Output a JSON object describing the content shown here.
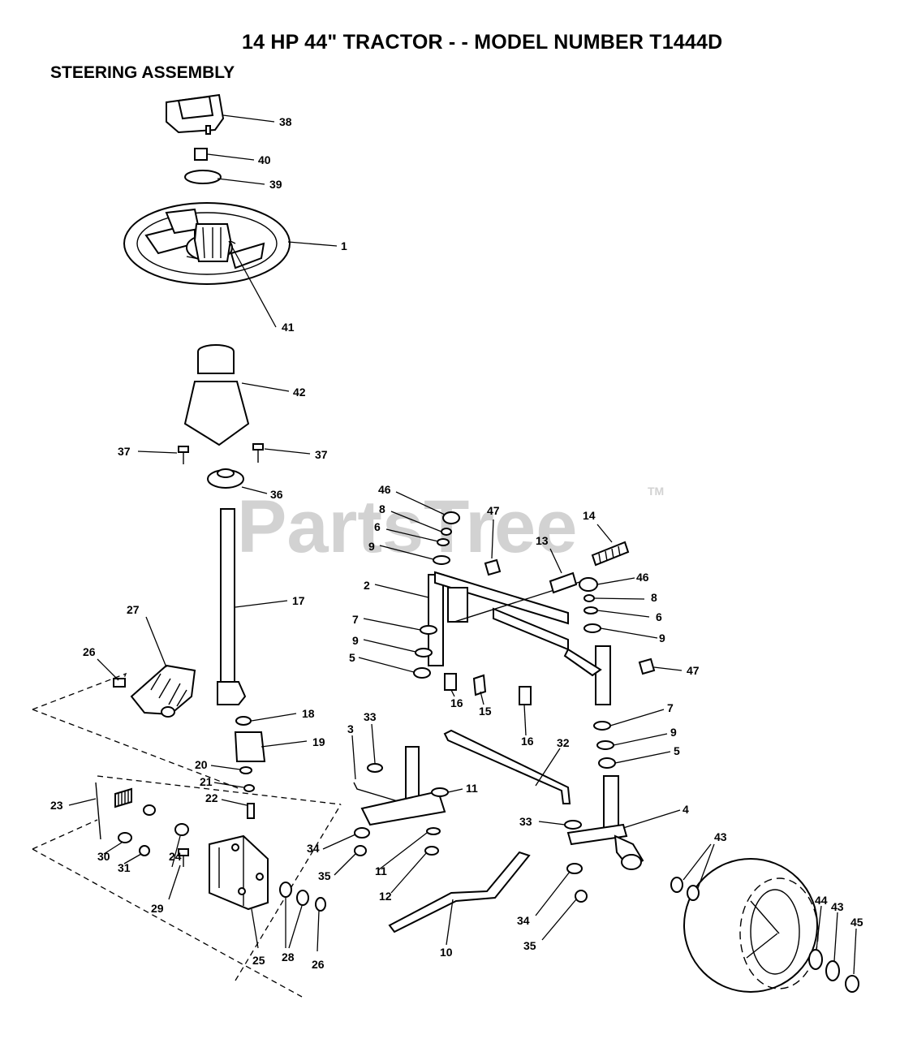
{
  "title": "14 HP 44\" TRACTOR - - MODEL NUMBER T1444D",
  "subtitle": "STEERING ASSEMBLY",
  "watermark": {
    "text": "PartsTree",
    "tm": "TM",
    "color": "#d2d2d2"
  },
  "callouts": [
    {
      "id": "c38",
      "n": "38"
    },
    {
      "id": "c40",
      "n": "40"
    },
    {
      "id": "c39",
      "n": "39"
    },
    {
      "id": "c1",
      "n": "1"
    },
    {
      "id": "c41",
      "n": "41"
    },
    {
      "id": "c42",
      "n": "42"
    },
    {
      "id": "c37a",
      "n": "37"
    },
    {
      "id": "c37b",
      "n": "37"
    },
    {
      "id": "c36",
      "n": "36"
    },
    {
      "id": "c17",
      "n": "17"
    },
    {
      "id": "c27",
      "n": "27"
    },
    {
      "id": "c26a",
      "n": "26"
    },
    {
      "id": "c18",
      "n": "18"
    },
    {
      "id": "c19",
      "n": "19"
    },
    {
      "id": "c20",
      "n": "20"
    },
    {
      "id": "c21",
      "n": "21"
    },
    {
      "id": "c22",
      "n": "22"
    },
    {
      "id": "c23",
      "n": "23"
    },
    {
      "id": "c30",
      "n": "30"
    },
    {
      "id": "c31",
      "n": "31"
    },
    {
      "id": "c24",
      "n": "24"
    },
    {
      "id": "c29",
      "n": "29"
    },
    {
      "id": "c25",
      "n": "25"
    },
    {
      "id": "c28",
      "n": "28"
    },
    {
      "id": "c26b",
      "n": "26"
    },
    {
      "id": "c46a",
      "n": "46"
    },
    {
      "id": "c8a",
      "n": "8"
    },
    {
      "id": "c6a",
      "n": "6"
    },
    {
      "id": "c9a",
      "n": "9"
    },
    {
      "id": "c47a",
      "n": "47"
    },
    {
      "id": "c13",
      "n": "13"
    },
    {
      "id": "c14",
      "n": "14"
    },
    {
      "id": "c2",
      "n": "2"
    },
    {
      "id": "c7a",
      "n": "7"
    },
    {
      "id": "c9b",
      "n": "9"
    },
    {
      "id": "c5a",
      "n": "5"
    },
    {
      "id": "c16a",
      "n": "16"
    },
    {
      "id": "c15",
      "n": "15"
    },
    {
      "id": "c46b",
      "n": "46"
    },
    {
      "id": "c8b",
      "n": "8"
    },
    {
      "id": "c6b",
      "n": "6"
    },
    {
      "id": "c9c",
      "n": "9"
    },
    {
      "id": "c47b",
      "n": "47"
    },
    {
      "id": "c16b",
      "n": "16"
    },
    {
      "id": "c7b",
      "n": "7"
    },
    {
      "id": "c9d",
      "n": "9"
    },
    {
      "id": "c5b",
      "n": "5"
    },
    {
      "id": "c3",
      "n": "3"
    },
    {
      "id": "c33a",
      "n": "33"
    },
    {
      "id": "c32",
      "n": "32"
    },
    {
      "id": "c11a",
      "n": "11"
    },
    {
      "id": "c4",
      "n": "4"
    },
    {
      "id": "c33b",
      "n": "33"
    },
    {
      "id": "c34a",
      "n": "34"
    },
    {
      "id": "c35a",
      "n": "35"
    },
    {
      "id": "c11b",
      "n": "11"
    },
    {
      "id": "c12",
      "n": "12"
    },
    {
      "id": "c10",
      "n": "10"
    },
    {
      "id": "c34b",
      "n": "34"
    },
    {
      "id": "c35b",
      "n": "35"
    },
    {
      "id": "c43a",
      "n": "43"
    },
    {
      "id": "c44",
      "n": "44"
    },
    {
      "id": "c43b",
      "n": "43"
    },
    {
      "id": "c45",
      "n": "45"
    }
  ]
}
